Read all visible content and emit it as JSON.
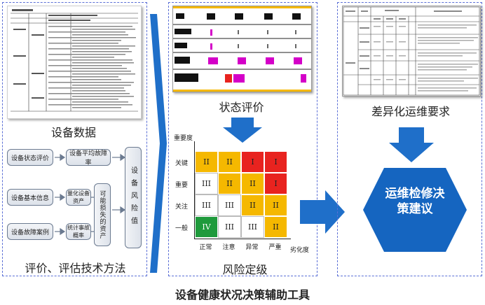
{
  "captions": {
    "device_data": "设备数据",
    "method": "评价、评估技术方法",
    "state_eval": "状态评价",
    "diff_req": "差异化运维要求",
    "risk": "风险定级",
    "tool_title": "设备健康状况决策辅助工具"
  },
  "flow": {
    "row1_a": "设备状态评价",
    "row1_b": "设备平均故障率",
    "row2_a": "设备基本信息",
    "row2_b": "量化设备资产",
    "row3_a": "设备故障案例",
    "row3_b": "统计事故概率",
    "loss": "可能损失的资产",
    "risk_value": "设备风险值"
  },
  "decision": "运维检修决策建议",
  "chart_data": {
    "type": "heatmap",
    "ylabel": "重要度",
    "xlabel": "劣化度",
    "rows": [
      "关键",
      "重要",
      "关注",
      "一般"
    ],
    "cols": [
      "正常",
      "注意",
      "异常",
      "严重"
    ],
    "grid": [
      [
        "II",
        "II",
        "I",
        "I"
      ],
      [
        "III",
        "II",
        "II",
        "I"
      ],
      [
        "III",
        "III",
        "II",
        "II"
      ],
      [
        "IV",
        "III",
        "III",
        "II"
      ]
    ],
    "level_colors": {
      "I": "#e8231f",
      "II": "#f5b800",
      "III": "#ffffff",
      "IV": "#1f9a3c"
    }
  },
  "colors": {
    "arrow": "#1f6fc9",
    "hex": "#1565c0",
    "panel_border": "#5b6fd6"
  }
}
